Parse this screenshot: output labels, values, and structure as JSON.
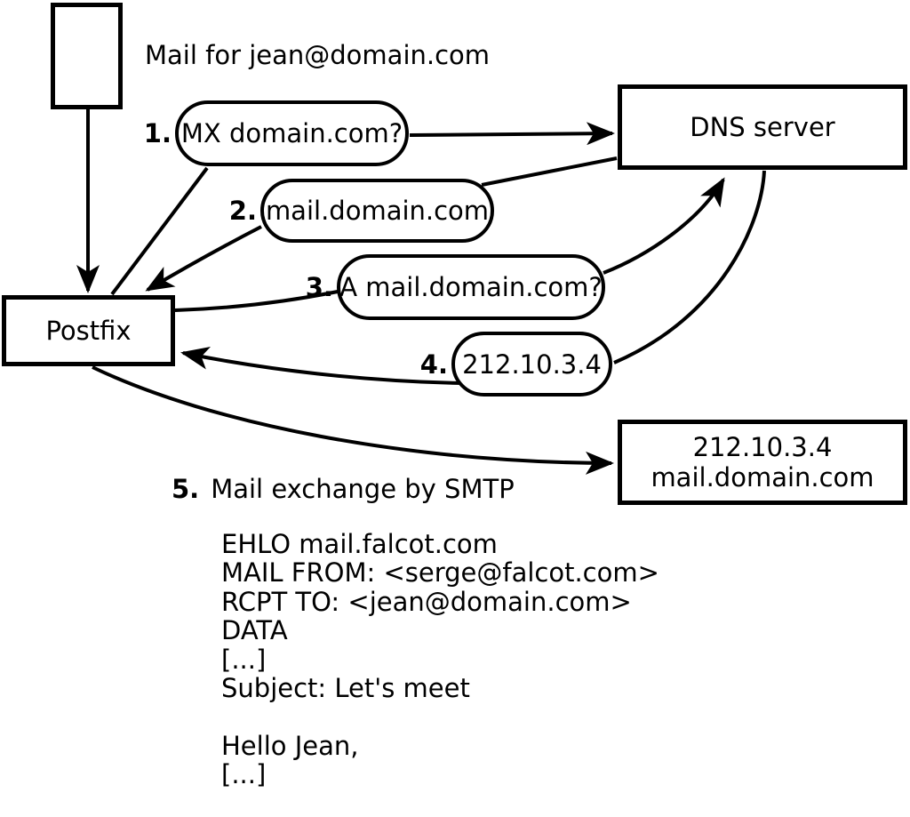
{
  "colors": {
    "ink": "#000000",
    "background": "#ffffff"
  },
  "title": "Mail for jean@domain.com",
  "nodes": {
    "postfix": "Postfix",
    "dns_server": "DNS server",
    "destination": {
      "ip": "212.10.3.4",
      "hostname": "mail.domain.com"
    }
  },
  "steps": [
    {
      "num": "1.",
      "label": "MX domain.com?"
    },
    {
      "num": "2.",
      "label": "mail.domain.com"
    },
    {
      "num": "3.",
      "label": "A mail.domain.com?"
    },
    {
      "num": "4.",
      "label": "212.10.3.4"
    },
    {
      "num": "5.",
      "label": "Mail exchange by SMTP"
    }
  ],
  "smtp_session": {
    "lines": [
      "EHLO mail.falcot.com",
      "MAIL FROM: <serge@falcot.com>",
      "RCPT TO: <jean@domain.com>",
      "DATA",
      "[...]",
      "Subject: Let's meet",
      "",
      "Hello Jean,",
      "[...]",
      ""
    ],
    "end_marker": "."
  }
}
